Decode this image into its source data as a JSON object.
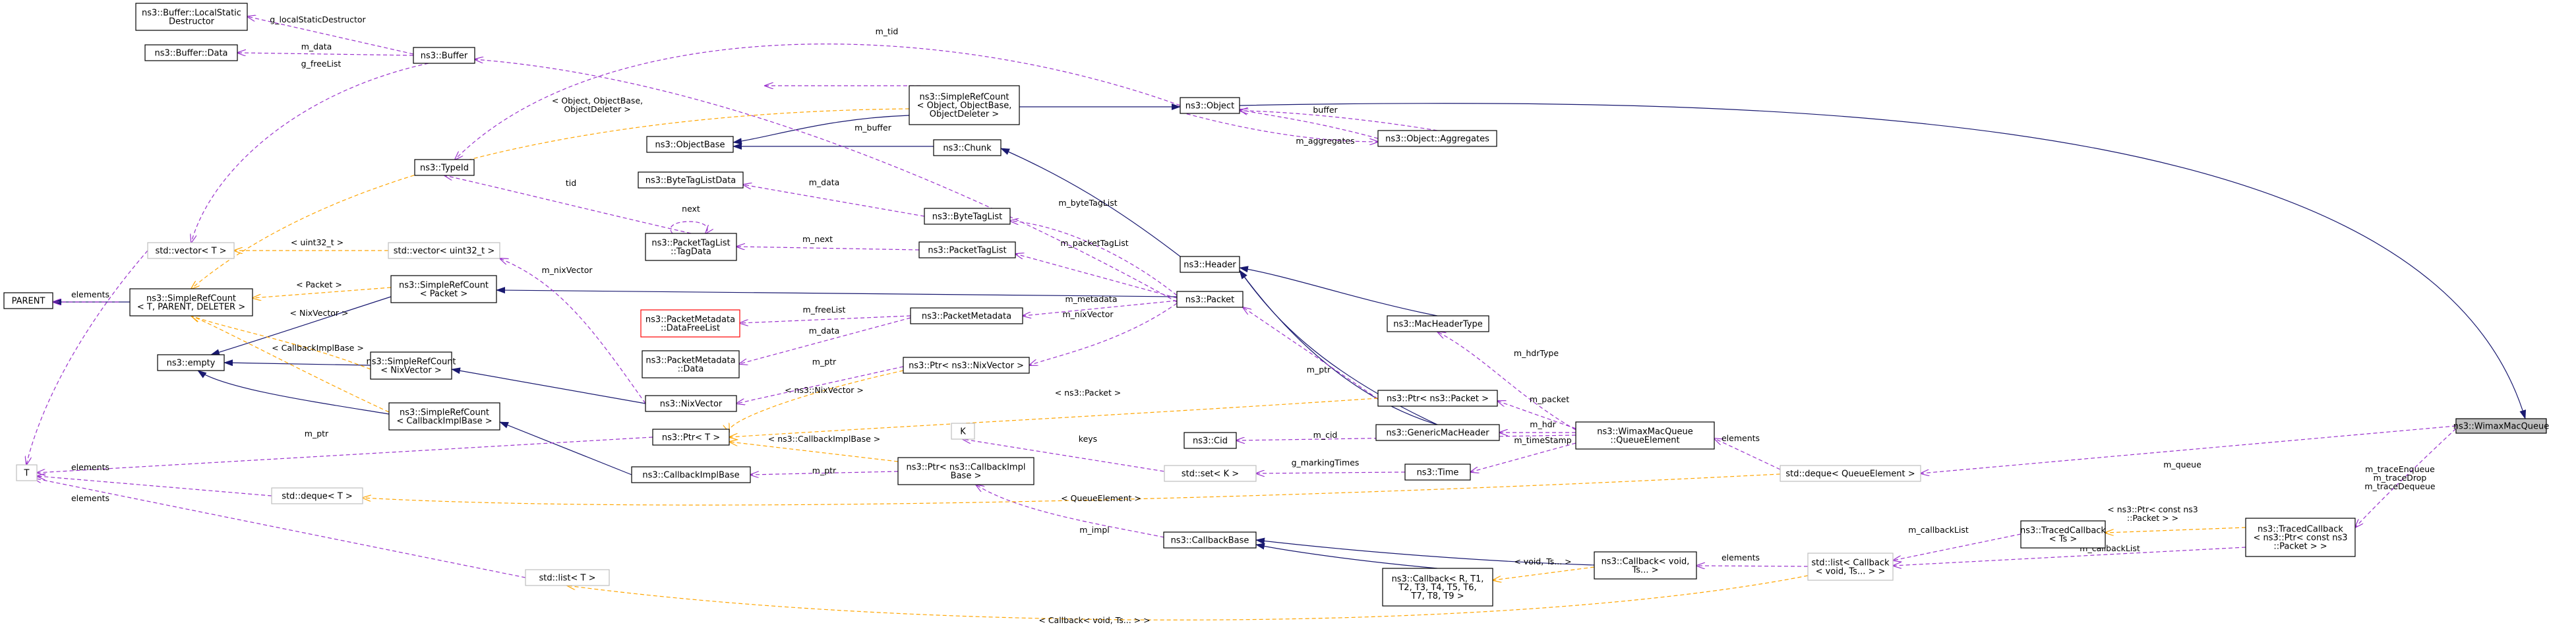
{
  "colors": {
    "inheritance": "#191970",
    "usage": "#9a32cd",
    "template_instance": "#ffa500",
    "node_border": "#000000",
    "template_border": "#bfbfbf",
    "truncated_border": "#ff0000",
    "selected_fill": "#bfbfbf"
  },
  "nodes": {
    "wimax_mac_queue": [
      "ns3::WimaxMacQueue"
    ],
    "object": [
      "ns3::Object"
    ],
    "simple_ref_object": [
      "ns3::SimpleRefCount",
      "< Object, ObjectBase,",
      "ObjectDeleter >"
    ],
    "object_aggregates": [
      "ns3::Object::Aggregates"
    ],
    "object_base": [
      "ns3::ObjectBase"
    ],
    "chunk": [
      "ns3::Chunk"
    ],
    "header": [
      "ns3::Header"
    ],
    "mac_header_type": [
      "ns3::MacHeaderType"
    ],
    "generic_mac_header": [
      "ns3::GenericMacHeader"
    ],
    "packet": [
      "ns3::Packet"
    ],
    "buffer": [
      "ns3::Buffer"
    ],
    "buffer_static": [
      "ns3::Buffer::LocalStatic",
      "Destructor"
    ],
    "buffer_data": [
      "ns3::Buffer::Data"
    ],
    "type_id": [
      "ns3::TypeId"
    ],
    "byte_tag_list_data": [
      "ns3::ByteTagListData"
    ],
    "byte_tag_list": [
      "ns3::ByteTagList"
    ],
    "packet_tag_list_tagdata": [
      "ns3::PacketTagList",
      "::TagData"
    ],
    "packet_tag_list": [
      "ns3::PacketTagList"
    ],
    "vector_t": [
      "std::vector< T >"
    ],
    "vector_uint": [
      "std::vector< uint32_t >"
    ],
    "parent": [
      "PARENT"
    ],
    "simple_ref_count": [
      "ns3::SimpleRefCount",
      "< T, PARENT, DELETER >"
    ],
    "simple_ref_packet": [
      "ns3::SimpleRefCount",
      "< Packet >"
    ],
    "empty": [
      "ns3::empty"
    ],
    "simple_ref_nix": [
      "ns3::SimpleRefCount",
      "< NixVector >"
    ],
    "simple_ref_callback": [
      "ns3::SimpleRefCount",
      "< CallbackImplBase >"
    ],
    "metadata_freelist": [
      "ns3::PacketMetadata",
      "::DataFreeList"
    ],
    "packet_metadata": [
      "ns3::PacketMetadata"
    ],
    "packet_metadata_data": [
      "ns3::PacketMetadata",
      "::Data"
    ],
    "nix_vector": [
      "ns3::NixVector"
    ],
    "ptr_nixvector": [
      "ns3::Ptr< ns3::NixVector >"
    ],
    "ptr_packet": [
      "ns3::Ptr< ns3::Packet >"
    ],
    "ptr_t": [
      "ns3::Ptr< T >"
    ],
    "callback_impl_base": [
      "ns3::CallbackImplBase"
    ],
    "ptr_callback_impl": [
      "ns3::Ptr< ns3::CallbackImpl",
      "Base >"
    ],
    "t_param": [
      "T"
    ],
    "deque_t": [
      "std::deque< T >"
    ],
    "list_t": [
      "std::list< T >"
    ],
    "k_param": [
      "K"
    ],
    "set_k": [
      "std::set< K >"
    ],
    "cid": [
      "ns3::Cid"
    ],
    "time": [
      "ns3::Time"
    ],
    "queue_element": [
      "ns3::WimaxMacQueue",
      "::QueueElement"
    ],
    "deque_queue_element": [
      "std::deque< QueueElement >"
    ],
    "callback_base": [
      "ns3::CallbackBase"
    ],
    "callback_generic": [
      "ns3::Callback< R, T1,",
      "T2, T3, T4, T5, T6,",
      "T7, T8, T9 >"
    ],
    "callback_void": [
      "ns3::Callback< void,",
      "Ts... >"
    ],
    "list_callback": [
      "std::list< Callback",
      "< void, Ts... > >"
    ],
    "traced_callback_ts": [
      "ns3::TracedCallback",
      "< Ts >"
    ],
    "traced_callback_packet": [
      "ns3::TracedCallback",
      "< ns3::Ptr< const ns3",
      "::Packet > >"
    ]
  },
  "edge_labels": {
    "m_tid": [
      "m_tid"
    ],
    "s_local_static": [
      "g_localStaticDestructor"
    ],
    "m_data_buffer": [
      "m_data"
    ],
    "g_freelist": [
      "g_freeList"
    ],
    "template_object": [
      "< Object, ObjectBase,",
      "ObjectDeleter >"
    ],
    "m_buffer": [
      "m_buffer"
    ],
    "buffer_agg": [
      "buffer"
    ],
    "m_aggregates": [
      "m_aggregates"
    ],
    "tid": [
      "tid"
    ],
    "m_data_bytetag": [
      "m_data"
    ],
    "next": [
      "next"
    ],
    "m_byte_tag_list": [
      "m_byteTagList"
    ],
    "template_uint": [
      "< uint32_t >"
    ],
    "m_next": [
      "m_next"
    ],
    "m_packet_tag_list": [
      "m_packetTagList"
    ],
    "elements_parent": [
      "elements"
    ],
    "template_packet": [
      "< Packet >"
    ],
    "m_free_list": [
      "m_freeList"
    ],
    "m_metadata": [
      "m_metadata"
    ],
    "m_nix_vector_label": [
      "m_nixVector"
    ],
    "m_data_meta": [
      "m_data"
    ],
    "m_nix_vector_ptr": [
      "m_nixVector"
    ],
    "template_nix": [
      "< NixVector >"
    ],
    "template_callback_impl": [
      "< CallbackImplBase >"
    ],
    "m_ptr_nix": [
      "m_ptr"
    ],
    "template_ptr_nix": [
      "< ns3::NixVector >"
    ],
    "m_ptr_packet": [
      "m_ptr"
    ],
    "template_ptr_packet": [
      "< ns3::Packet >"
    ],
    "m_ptr_t": [
      "m_ptr"
    ],
    "template_ptr_callback": [
      "< ns3::CallbackImplBase >"
    ],
    "m_ptr_callback": [
      "m_ptr"
    ],
    "elements_deque": [
      "elements"
    ],
    "template_queue_element": [
      "< QueueElement >"
    ],
    "elements_list": [
      "elements"
    ],
    "m_impl": [
      "m_impl"
    ],
    "keys": [
      "keys"
    ],
    "g_marking_times": [
      "g_markingTimes"
    ],
    "m_hdr_type": [
      "m_hdrType"
    ],
    "m_packet": [
      "m_packet"
    ],
    "m_cid": [
      "m_cid"
    ],
    "m_hdr": [
      "m_hdr"
    ],
    "m_time_stamp": [
      "m_timeStamp"
    ],
    "elements_queue": [
      "elements"
    ],
    "m_queue": [
      "m_queue"
    ],
    "template_void_ts": [
      "< void, Ts... >"
    ],
    "elements_callback": [
      "elements"
    ],
    "m_callback_list_ts": [
      "m_callbackList"
    ],
    "template_const_packet": [
      "< ns3::Ptr< const ns3",
      "::Packet > >"
    ],
    "m_callback_list_packet": [
      "m_callbackList"
    ],
    "template_callback_void": [
      "< Callback< void, Ts... > >"
    ],
    "m_trace": [
      "m_traceEnqueue",
      "m_traceDrop",
      "m_traceDequeue"
    ]
  }
}
